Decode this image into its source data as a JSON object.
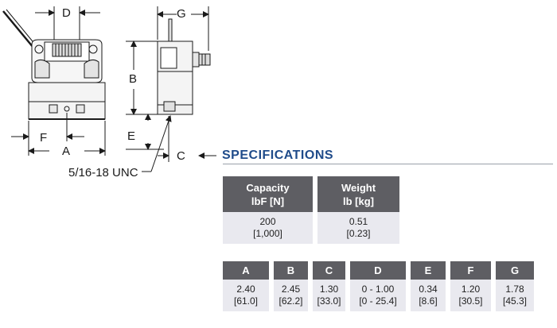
{
  "drawing": {
    "labels": {
      "A": "A",
      "B": "B",
      "C": "C",
      "D": "D",
      "E": "E",
      "F": "F",
      "G": "G",
      "thread": "5/16-18 UNC"
    }
  },
  "specifications": {
    "title": "SPECIFICATIONS",
    "capacity_table": {
      "headers": [
        {
          "line1": "Capacity",
          "line2": "lbF [N]"
        },
        {
          "line1": "Weight",
          "line2": "lb [kg]"
        }
      ],
      "row": [
        {
          "value": "200",
          "metric": "[1,000]"
        },
        {
          "value": "0.51",
          "metric": "[0.23]"
        }
      ]
    },
    "dimension_table": {
      "headers": [
        "A",
        "B",
        "C",
        "D",
        "E",
        "F",
        "G"
      ],
      "row": [
        {
          "value": "2.40",
          "metric": "[61.0]"
        },
        {
          "value": "2.45",
          "metric": "[62.2]"
        },
        {
          "value": "1.30",
          "metric": "[33.0]"
        },
        {
          "value": "0 - 1.00",
          "metric": "[0 - 25.4]"
        },
        {
          "value": "0.34",
          "metric": "[8.6]"
        },
        {
          "value": "1.20",
          "metric": "[30.5]"
        },
        {
          "value": "1.78",
          "metric": "[45.3]"
        }
      ]
    }
  }
}
